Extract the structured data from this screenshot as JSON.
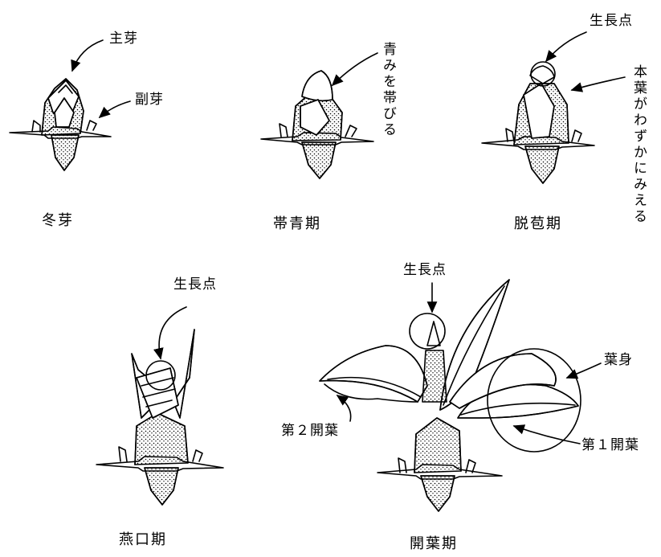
{
  "stages": [
    {
      "caption": "冬芽"
    },
    {
      "caption": "帯青期"
    },
    {
      "caption": "脱苞期"
    },
    {
      "caption": "燕口期"
    },
    {
      "caption": "開葉期"
    }
  ],
  "labels": {
    "main_bud": "主芽",
    "side_bud": "副芽",
    "bluish": "青みを帯びる",
    "growth_point_1": "生長点",
    "leaf_visible": "本葉がわずかにみえる",
    "growth_point_2": "生長点",
    "growth_point_3": "生長点",
    "blade": "葉身",
    "second_leaf": "第２開葉",
    "first_leaf": "第１開葉"
  }
}
